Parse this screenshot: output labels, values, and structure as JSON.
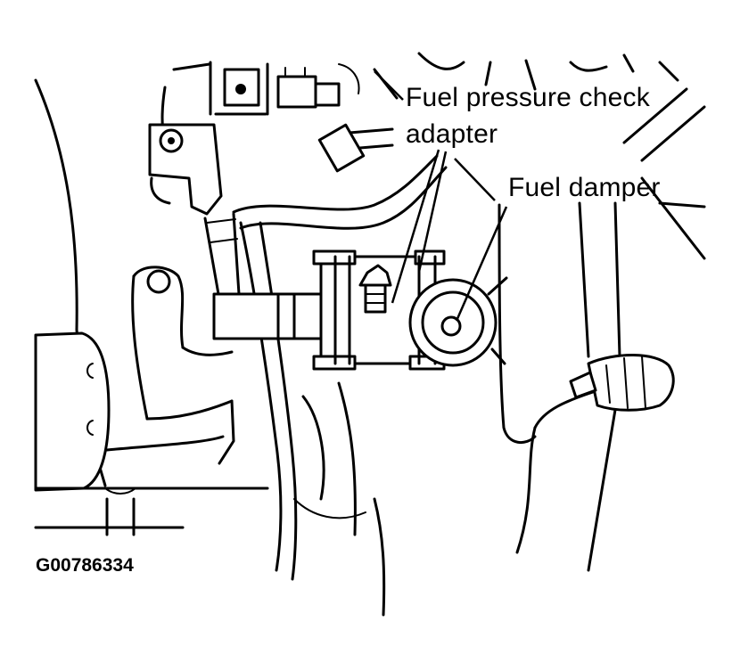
{
  "figure": {
    "labels": {
      "adapter_line1": "Fuel pressure check",
      "adapter_line2": "adapter",
      "damper": "Fuel damper"
    },
    "figure_id": "G00786334",
    "colors": {
      "ink": "#000000",
      "paper": "#ffffff"
    }
  }
}
